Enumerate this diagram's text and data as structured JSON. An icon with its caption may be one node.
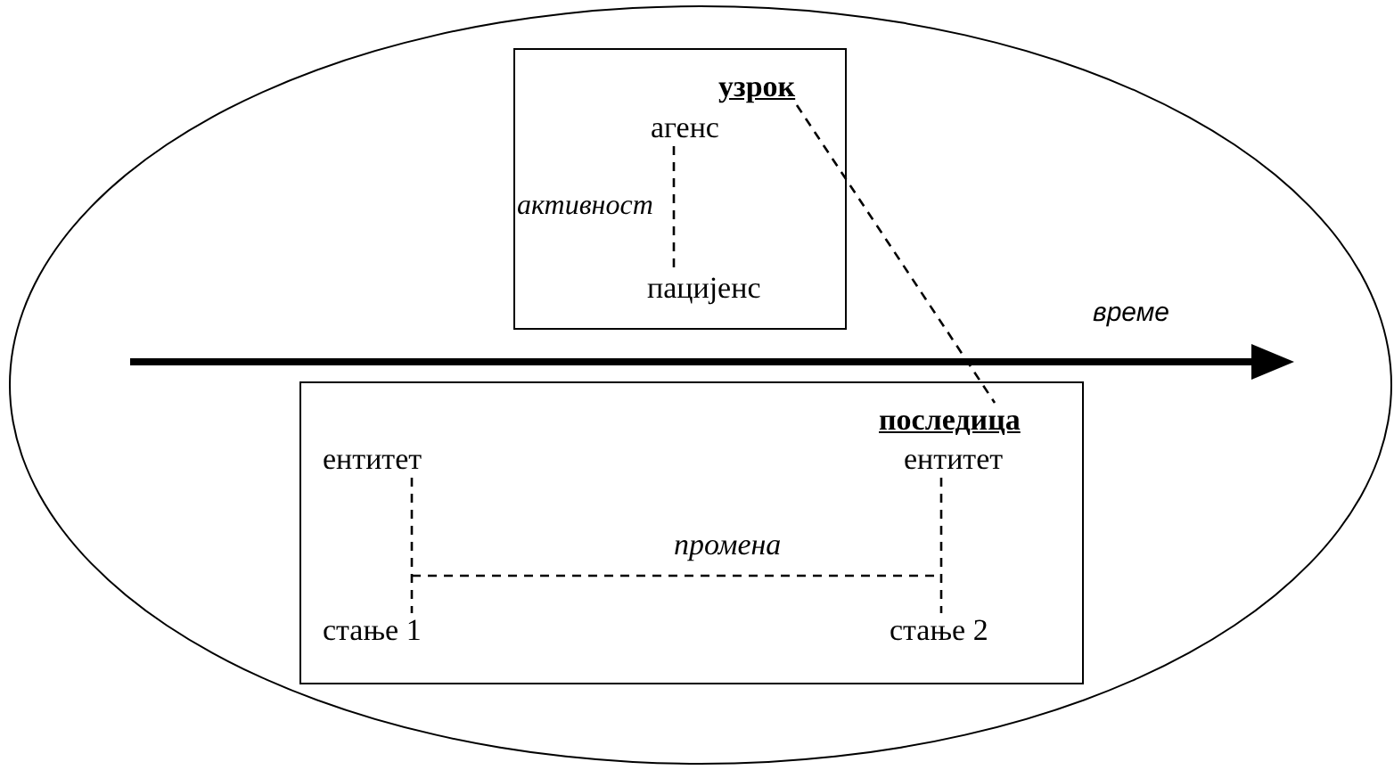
{
  "diagram": {
    "nodes": [
      {
        "text": [],
        "shape": "ellipse"
      },
      {
        "text": [],
        "shape": "box",
        "in": 0
      },
      {
        "text": [
          "узрок"
        ],
        "in": 1
      },
      {
        "text": [
          "агенс"
        ],
        "in": 1
      },
      {
        "text": [
          "пацијенс"
        ],
        "in": 1
      },
      {
        "text": [],
        "shape": "box",
        "in": 0
      },
      {
        "text": [
          "последица"
        ],
        "in": 5
      },
      {
        "text": [
          "ентитет"
        ],
        "in": 5
      },
      {
        "text": [
          "ентитет"
        ],
        "in": 5
      },
      {
        "text": [
          "стање 1"
        ],
        "in": 5
      },
      {
        "text": [
          "стање 2"
        ],
        "in": 5
      }
    ],
    "edges": [
      {
        "from": 2,
        "to": 6,
        "arrow": "none",
        "style": "dashed"
      },
      {
        "from": 3,
        "to": 4,
        "arrow": "none",
        "style": "dashed",
        "label": "активност"
      },
      {
        "from": 7,
        "to": 9,
        "arrow": "none",
        "style": "dashed"
      },
      {
        "from": 8,
        "to": 10,
        "arrow": "none",
        "style": "dashed"
      }
    ],
    "labels": [
      "време",
      "промена"
    ]
  }
}
